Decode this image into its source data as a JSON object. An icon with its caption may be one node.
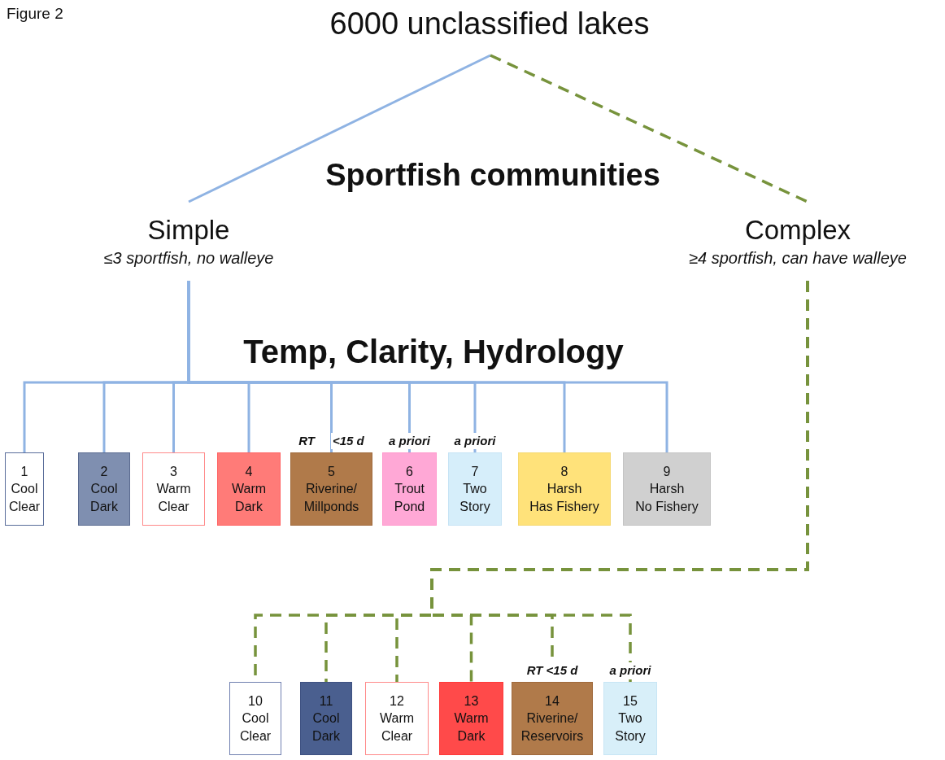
{
  "diagram": {
    "nodes": [
      {
        "text": [
          "6000 unclassified lakes"
        ]
      },
      {
        "text": [
          "Simple",
          "≤3 sportfish, no walleye"
        ]
      },
      {
        "text": [
          "Complex",
          "≥4 sportfish, can have walleye"
        ]
      },
      {
        "text": [
          "1",
          "Cool Clear"
        ]
      },
      {
        "text": [
          "2",
          "Cool Dark"
        ]
      },
      {
        "text": [
          "3",
          "Warm Clear"
        ]
      },
      {
        "text": [
          "4",
          "Warm Dark"
        ]
      },
      {
        "text": [
          "5",
          "Riverine/ Millponds"
        ],
        "beside": [
          "RT",
          "<15 d"
        ]
      },
      {
        "text": [
          "6",
          "Trout Pond"
        ],
        "beside": [
          "a priori"
        ]
      },
      {
        "text": [
          "7",
          "Two Story"
        ],
        "beside": [
          "a priori"
        ]
      },
      {
        "text": [
          "8",
          "Harsh",
          "Has Fishery"
        ]
      },
      {
        "text": [
          "9",
          "Harsh",
          "No Fishery"
        ]
      },
      {
        "text": [
          "10",
          "Cool Clear"
        ]
      },
      {
        "text": [
          "11",
          "Cool Dark"
        ]
      },
      {
        "text": [
          "12",
          "Warm Clear"
        ]
      },
      {
        "text": [
          "13",
          "Warm Dark"
        ]
      },
      {
        "text": [
          "14",
          "Riverine/ Reservoirs"
        ],
        "beside": [
          "RT <15 d"
        ]
      },
      {
        "text": [
          "15",
          "Two Story"
        ],
        "beside": [
          "a priori"
        ]
      }
    ],
    "edges": [
      {
        "from": 0,
        "to": 1,
        "arrow": "none"
      },
      {
        "from": 0,
        "to": 2,
        "arrow": "none",
        "style": "dashed",
        "color": "#77933c"
      },
      {
        "from": 1,
        "to": 3,
        "arrow": "none"
      },
      {
        "from": 1,
        "to": 4,
        "arrow": "none"
      },
      {
        "from": 1,
        "to": 5,
        "arrow": "none"
      },
      {
        "from": 1,
        "to": 6,
        "arrow": "none"
      },
      {
        "from": 1,
        "to": 7,
        "arrow": "none"
      },
      {
        "from": 1,
        "to": 8,
        "arrow": "none"
      },
      {
        "from": 1,
        "to": 9,
        "arrow": "none"
      },
      {
        "from": 1,
        "to": 10,
        "arrow": "none"
      },
      {
        "from": 1,
        "to": 11,
        "arrow": "none"
      },
      {
        "from": 2,
        "to": 12,
        "arrow": "none",
        "style": "dashed",
        "color": "#77933c"
      },
      {
        "from": 2,
        "to": 13,
        "arrow": "none",
        "style": "dashed",
        "color": "#77933c"
      },
      {
        "from": 2,
        "to": 14,
        "arrow": "none",
        "style": "dashed",
        "color": "#77933c"
      },
      {
        "from": 2,
        "to": 15,
        "arrow": "none",
        "style": "dashed",
        "color": "#77933c"
      },
      {
        "from": 2,
        "to": 16,
        "arrow": "none",
        "style": "dashed",
        "color": "#77933c"
      },
      {
        "from": 2,
        "to": 17,
        "arrow": "none",
        "style": "dashed",
        "color": "#77933c"
      }
    ],
    "labels": [
      "Figure 2",
      "Sportfish communities",
      "Temp, Clarity, Hydrology"
    ]
  }
}
